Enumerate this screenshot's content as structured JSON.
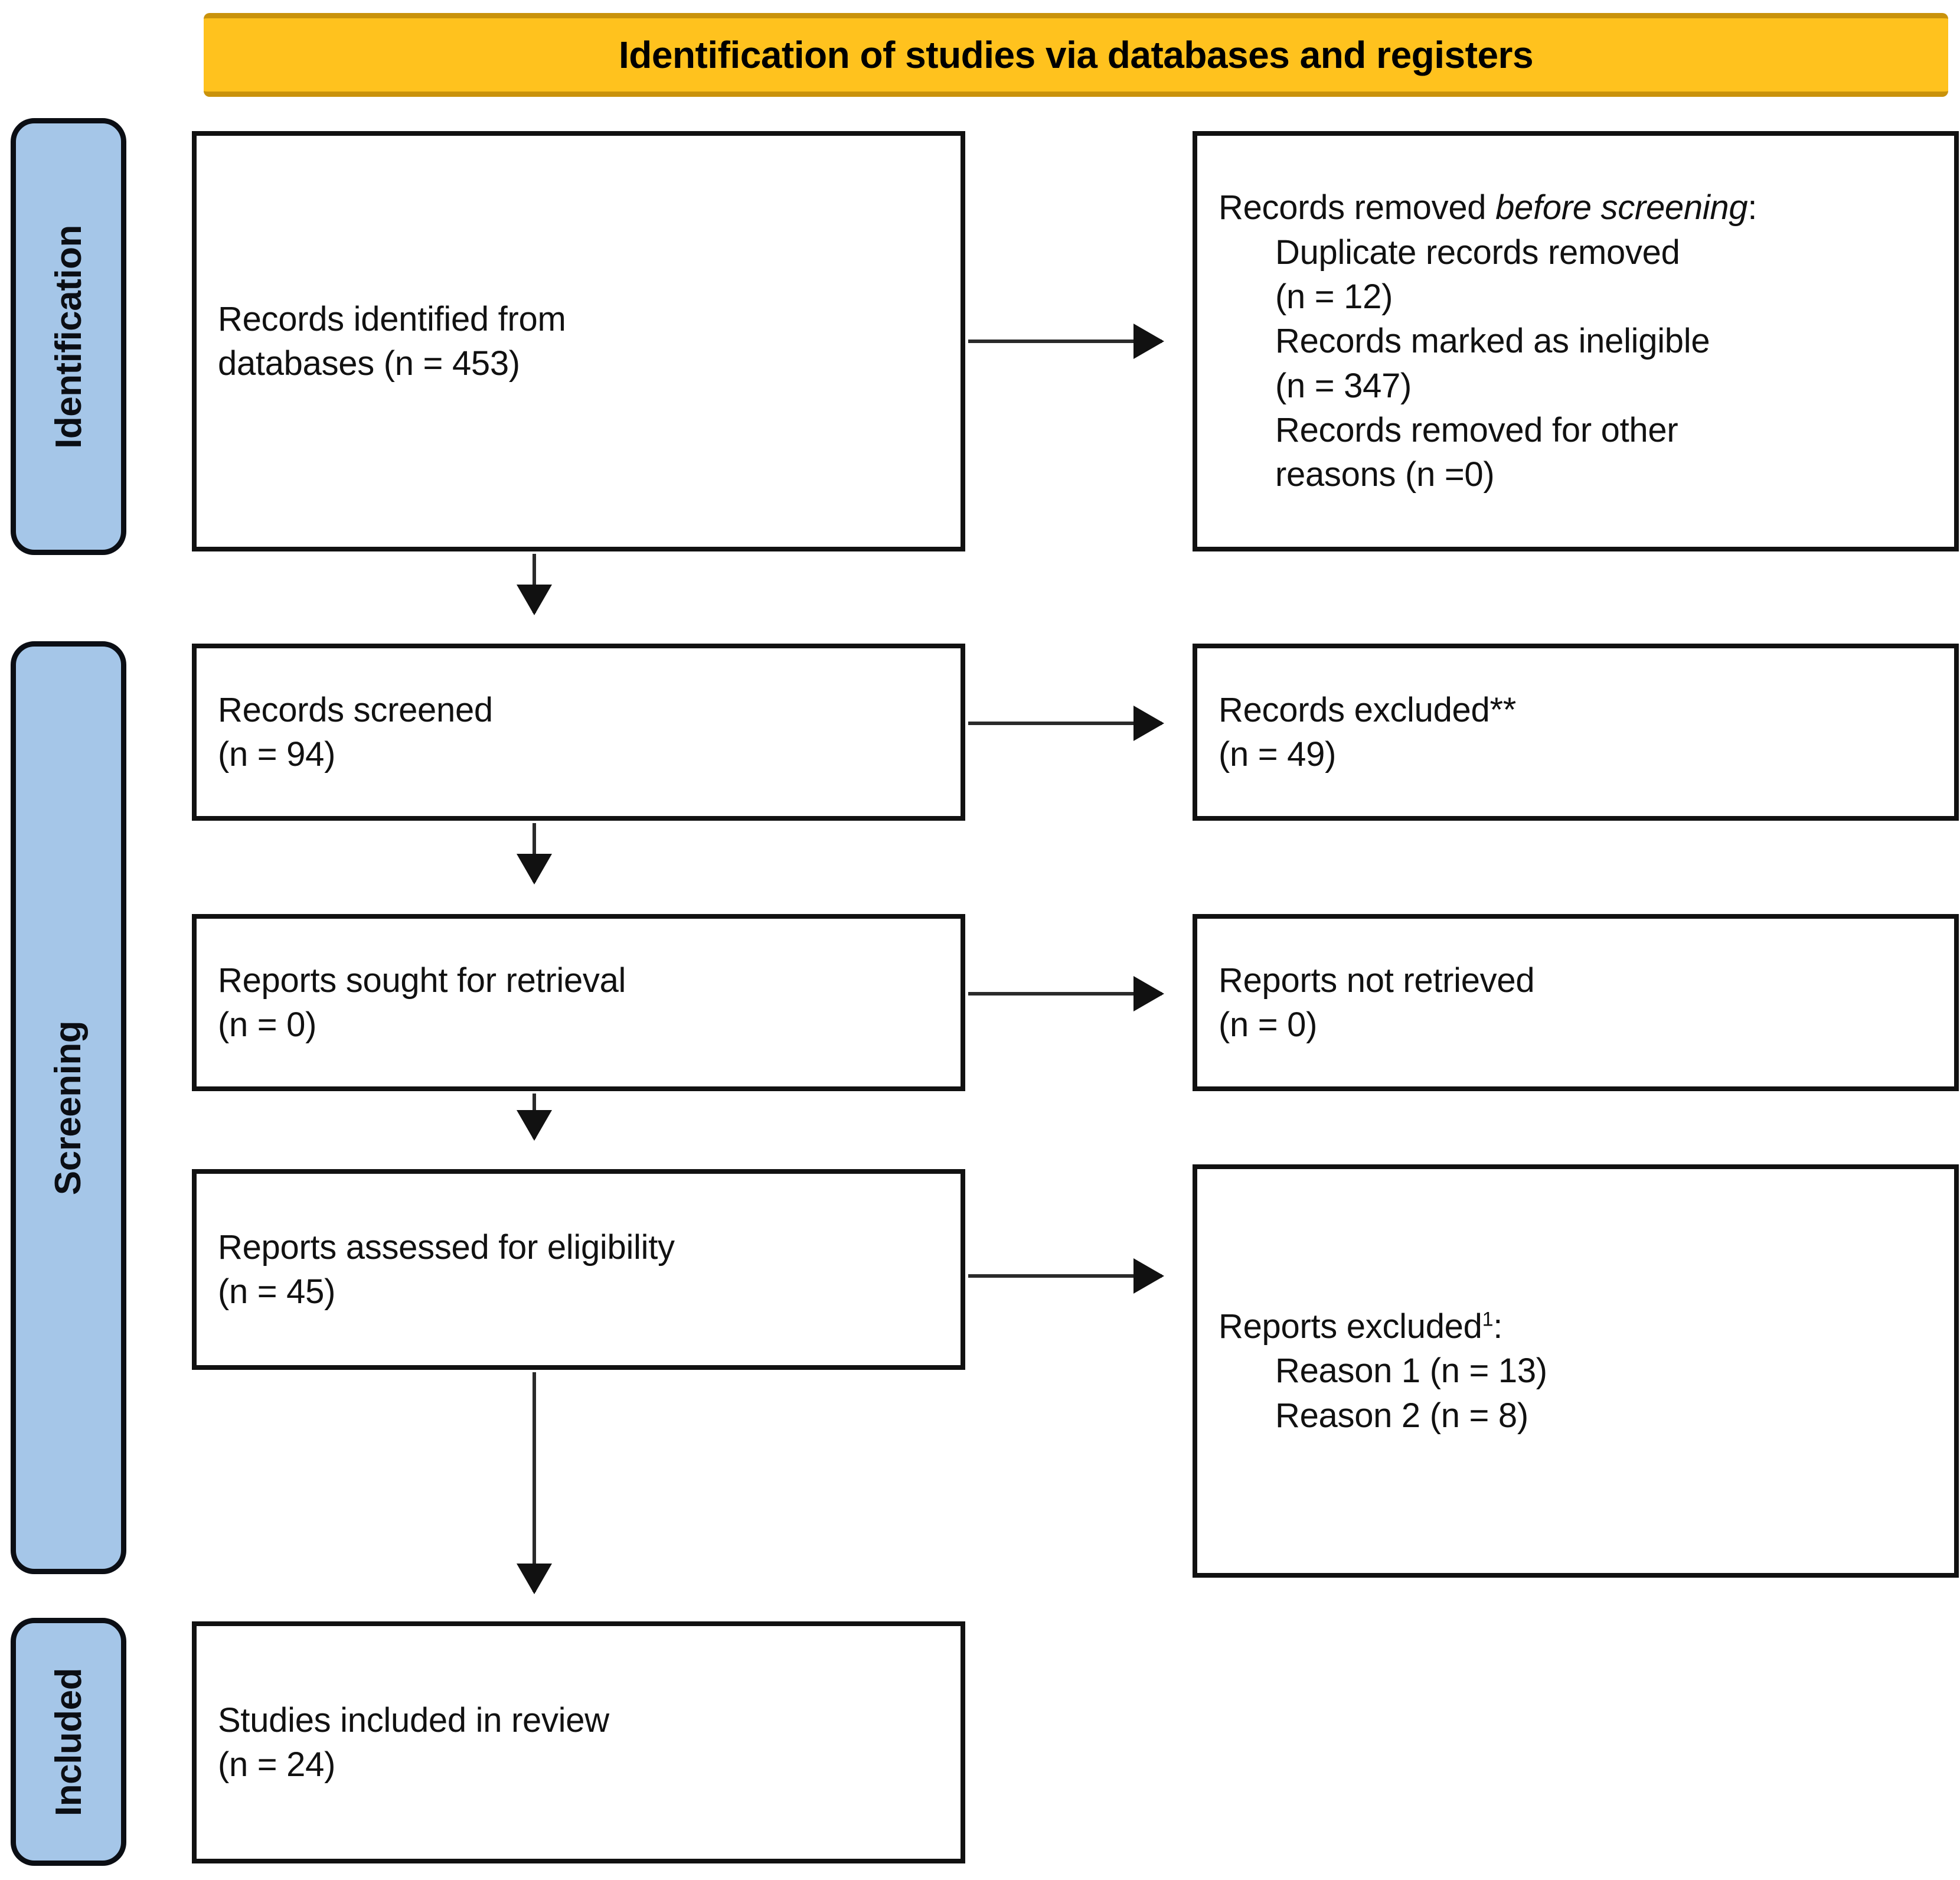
{
  "header": {
    "title": "Identification of studies via databases and registers",
    "background_color": "#FFC21E",
    "border_color": "#C9920B"
  },
  "stages": {
    "background_color": "#A5C6E8",
    "border_color": "#0B0E14",
    "identification": "Identification",
    "screening": "Screening",
    "included": "Included"
  },
  "boxes": {
    "identified": {
      "line1": "Records identified from",
      "line2": "databases (n = 453)"
    },
    "removed_before_screening": {
      "lead_plain": "Records removed ",
      "lead_italic": "before screening",
      "lead_colon": ":",
      "item1_line1": "Duplicate records removed",
      "item1_line2": "(n = 12)",
      "item2_line1": "Records marked as ineligible",
      "item2_line2": "(n = 347)",
      "item3_line1": "Records removed for other",
      "item3_line2": "reasons (n =0)"
    },
    "screened": {
      "line1": "Records screened",
      "line2": "(n = 94)"
    },
    "records_excluded": {
      "line1": "Records excluded**",
      "line2": "(n = 49)"
    },
    "sought_for_retrieval": {
      "line1": "Reports sought for retrieval",
      "line2": "(n = 0)"
    },
    "not_retrieved": {
      "line1": "Reports not retrieved",
      "line2": "(n = 0)"
    },
    "assessed_for_eligibility": {
      "line1": "Reports assessed for eligibility",
      "line2": "(n = 45)"
    },
    "reports_excluded": {
      "lead": "Reports excluded",
      "lead_superscript": "1",
      "lead_colon": ":",
      "reason1": "Reason 1 (n = 13)",
      "reason2": "Reason 2 (n = 8)"
    },
    "included_in_review": {
      "line1": "Studies included in review",
      "line2": "(n = 24)"
    }
  },
  "chart_data": {
    "type": "diagram",
    "title": "Identification of studies via databases and registers",
    "nodes": [
      {
        "id": "identified",
        "stage": "Identification",
        "label": "Records identified from databases",
        "n": 453
      },
      {
        "id": "removed",
        "stage": "Identification",
        "label": "Records removed before screening",
        "n": null
      },
      {
        "id": "dup",
        "stage": "Identification",
        "label": "Duplicate records removed",
        "n": 12
      },
      {
        "id": "ineligible",
        "stage": "Identification",
        "label": "Records marked as ineligible",
        "n": 347
      },
      {
        "id": "other",
        "stage": "Identification",
        "label": "Records removed for other reasons",
        "n": 0
      },
      {
        "id": "screened",
        "stage": "Screening",
        "label": "Records screened",
        "n": 94
      },
      {
        "id": "rec_excluded",
        "stage": "Screening",
        "label": "Records excluded**",
        "n": 49
      },
      {
        "id": "sought",
        "stage": "Screening",
        "label": "Reports sought for retrieval",
        "n": 0
      },
      {
        "id": "not_retrieved",
        "stage": "Screening",
        "label": "Reports not retrieved",
        "n": 0
      },
      {
        "id": "eligibility",
        "stage": "Screening",
        "label": "Reports assessed for eligibility",
        "n": 45
      },
      {
        "id": "rep_excluded",
        "stage": "Screening",
        "label": "Reports excluded",
        "n": null
      },
      {
        "id": "reason1",
        "stage": "Screening",
        "label": "Reason 1",
        "n": 13
      },
      {
        "id": "reason2",
        "stage": "Screening",
        "label": "Reason 2",
        "n": 8
      },
      {
        "id": "included",
        "stage": "Included",
        "label": "Studies included in review",
        "n": 24
      }
    ],
    "edges": [
      {
        "from": "identified",
        "to": "removed",
        "direction": "right"
      },
      {
        "from": "identified",
        "to": "screened",
        "direction": "down"
      },
      {
        "from": "screened",
        "to": "rec_excluded",
        "direction": "right"
      },
      {
        "from": "screened",
        "to": "sought",
        "direction": "down"
      },
      {
        "from": "sought",
        "to": "not_retrieved",
        "direction": "right"
      },
      {
        "from": "sought",
        "to": "eligibility",
        "direction": "down"
      },
      {
        "from": "eligibility",
        "to": "rep_excluded",
        "direction": "right"
      },
      {
        "from": "eligibility",
        "to": "included",
        "direction": "down"
      }
    ]
  }
}
